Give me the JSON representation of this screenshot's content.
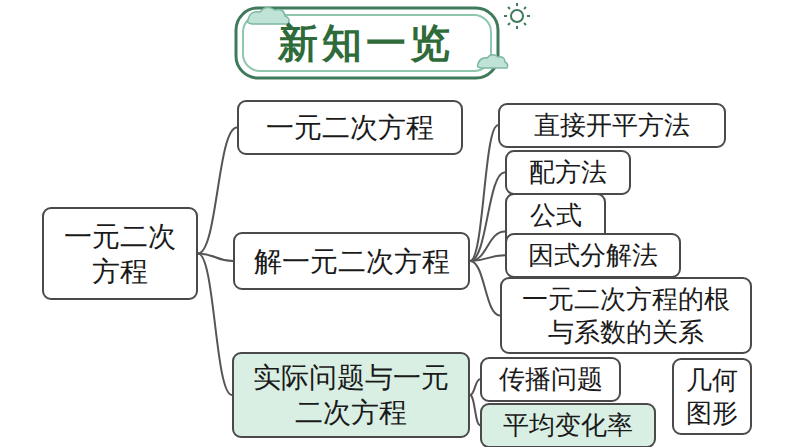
{
  "diagram": {
    "title": "新知一览",
    "nodes": [
      {
        "text": [
          "一元二次方程"
        ]
      },
      {
        "text": [
          "一元二次方程"
        ]
      },
      {
        "text": [
          "解一元二次方程"
        ]
      },
      {
        "text": [
          "实际问题与一元二次方程"
        ]
      },
      {
        "text": [
          "直接开平方法"
        ]
      },
      {
        "text": [
          "配方法"
        ]
      },
      {
        "text": [
          "公式法"
        ]
      },
      {
        "text": [
          "因式分解法"
        ]
      },
      {
        "text": [
          "一元二次方程的根与系数的关系"
        ]
      },
      {
        "text": [
          "传播问题"
        ]
      },
      {
        "text": [
          "平均变化率"
        ]
      },
      {
        "text": [
          "几何图形"
        ]
      }
    ],
    "edges": [
      {
        "from": 0,
        "to": 1,
        "arrow": "none"
      },
      {
        "from": 0,
        "to": 2,
        "arrow": "none"
      },
      {
        "from": 0,
        "to": 3,
        "arrow": "none"
      },
      {
        "from": 2,
        "to": 4,
        "arrow": "none"
      },
      {
        "from": 2,
        "to": 5,
        "arrow": "none"
      },
      {
        "from": 2,
        "to": 6,
        "arrow": "none"
      },
      {
        "from": 2,
        "to": 7,
        "arrow": "none"
      },
      {
        "from": 2,
        "to": 8,
        "arrow": "none"
      },
      {
        "from": 3,
        "to": 9,
        "arrow": "none"
      },
      {
        "from": 3,
        "to": 10,
        "arrow": "none"
      }
    ]
  }
}
